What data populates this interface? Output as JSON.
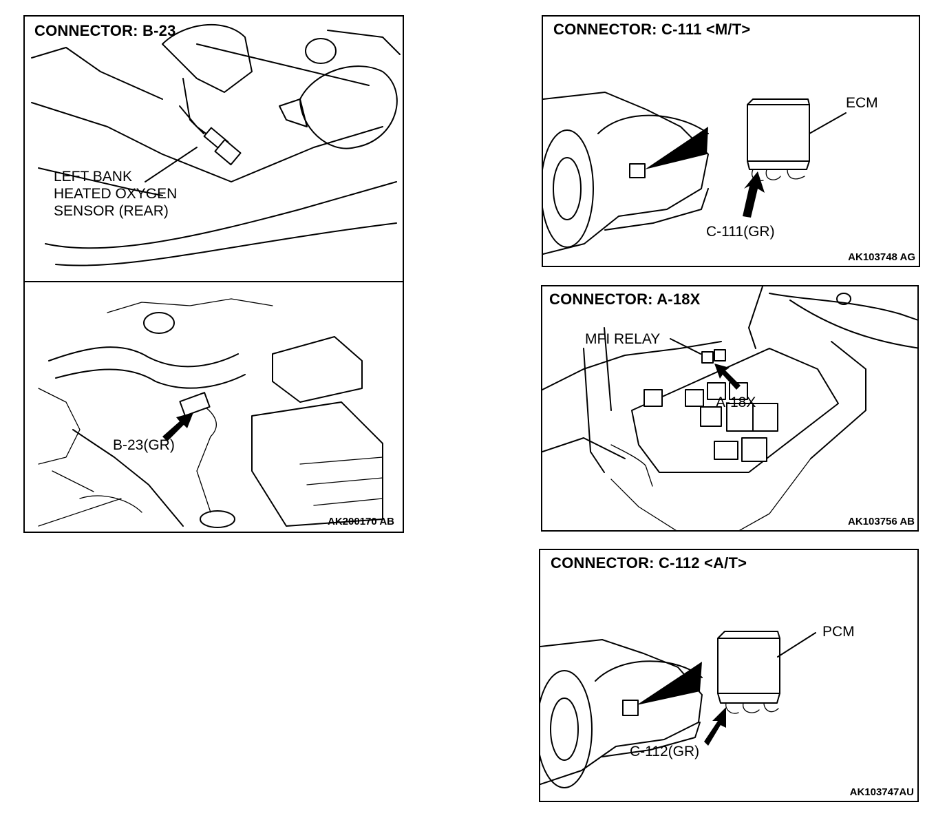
{
  "panels": {
    "b23": {
      "title": "CONNECTOR: B-23",
      "sensor_label": [
        "LEFT BANK",
        "HEATED OXYGEN",
        "SENSOR (REAR)"
      ],
      "connector_label": "B-23(GR)",
      "code": "AK200170 AB"
    },
    "c111": {
      "title": "CONNECTOR: C-111 <M/T>",
      "module_label": "ECM",
      "connector_label": "C-111(GR)",
      "code": "AK103748 AG"
    },
    "a18x": {
      "title": "CONNECTOR: A-18X",
      "relay_label": "MFI RELAY",
      "connector_label": "A-18X",
      "code": "AK103756 AB"
    },
    "c112": {
      "title": "CONNECTOR: C-112 <A/T>",
      "module_label": "PCM",
      "connector_label": "C-112(GR)",
      "code": "AK103747AU"
    }
  },
  "icons": [
    "arrow-icon",
    "ecm-module-icon",
    "pcm-module-icon",
    "relay-box-icon",
    "oxygen-sensor-icon"
  ]
}
